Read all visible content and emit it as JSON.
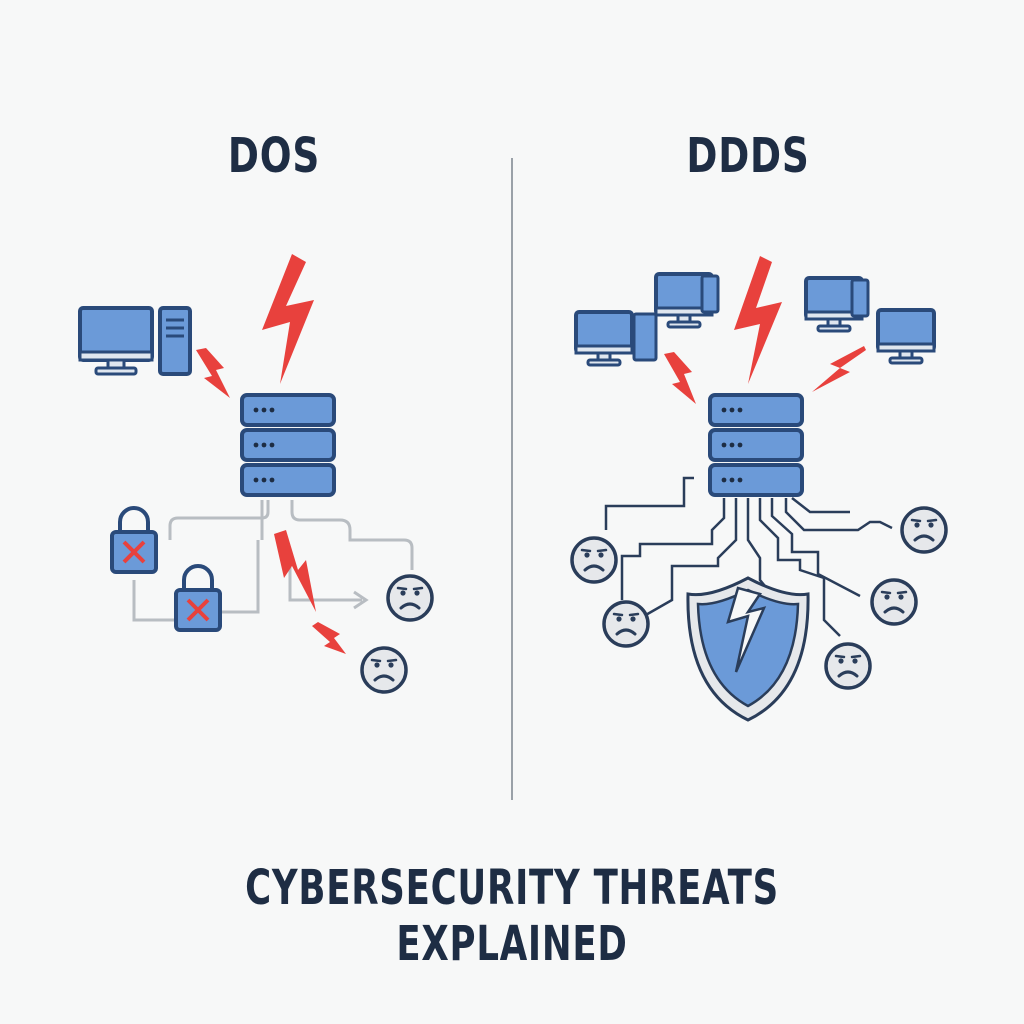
{
  "left_panel": {
    "title": "DOS"
  },
  "right_panel": {
    "title": "DDDS"
  },
  "caption": "CYBERSECURITY THREATS EXPLAINED",
  "colors": {
    "navy": "#1e2d44",
    "blue_fill": "#6b9ad8",
    "blue_stroke": "#2a4a7a",
    "red": "#e8413d",
    "gray": "#9aa1a8",
    "face_fill": "#e6e8eb"
  },
  "icons": [
    "desktop-computer-icon",
    "server-icon",
    "lightning-icon",
    "padlock-icon",
    "sad-face-icon",
    "broken-shield-icon"
  ]
}
